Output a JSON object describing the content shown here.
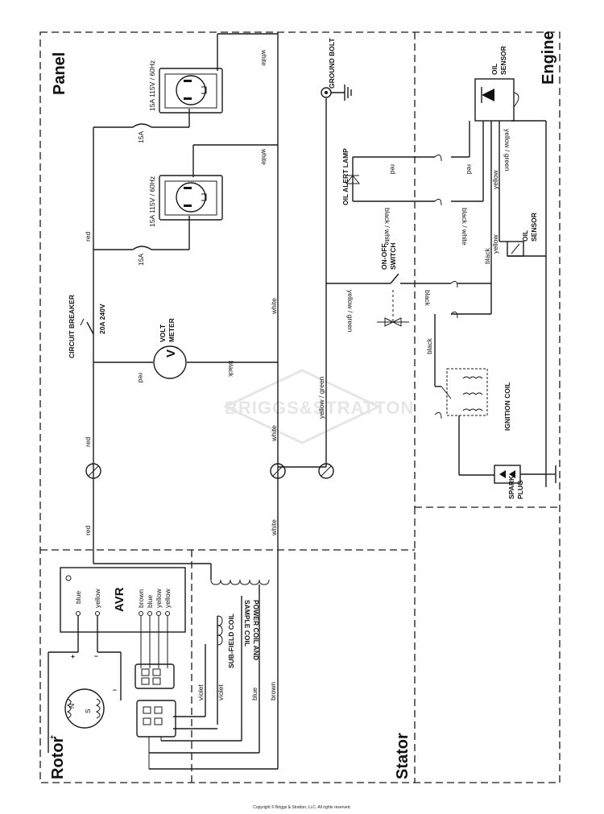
{
  "sections": {
    "panel": "Panel",
    "engine": "Engine",
    "rotor": "Rotor",
    "stator": "Stator"
  },
  "watermark": "BRIGGS&STRATTON",
  "copyright": "Copyright © Briggs & Stratton, LLC. All rights reserved.",
  "labels": {
    "outlet_rating": "15A 115V / 60Hz",
    "fuse_rating": "15A",
    "ground_bolt": "GROUND BOLT",
    "oil_alert_lamp": "OIL ALERT LAMP",
    "oil_sensor": "OIL SENSOR",
    "on_off_switch": "ON-OFF SWITCH",
    "circuit_breaker": "CIRCUIT BREAKER",
    "breaker_rating": "20A 240V",
    "volt_meter": "VOLT METER",
    "volt_symbol": "V",
    "ignition_coil": "IGNITION COIL",
    "spark_plug": "SPARK PLUG",
    "avr": "AVR",
    "power_coil": "POWER COIL AND",
    "sample_coil": "SAMPLE COIL",
    "sub_field_coil": "SUB-FIELD COIL",
    "plus": "+",
    "minus": "−",
    "n_pole": "N",
    "s_pole": "S"
  },
  "wires": {
    "white": "white",
    "red": "red",
    "black": "black",
    "yellow": "yellow",
    "yellow_green": "yellow / green",
    "black_white": "black / white",
    "blue": "blue",
    "brown": "brown",
    "violet": "violet"
  }
}
